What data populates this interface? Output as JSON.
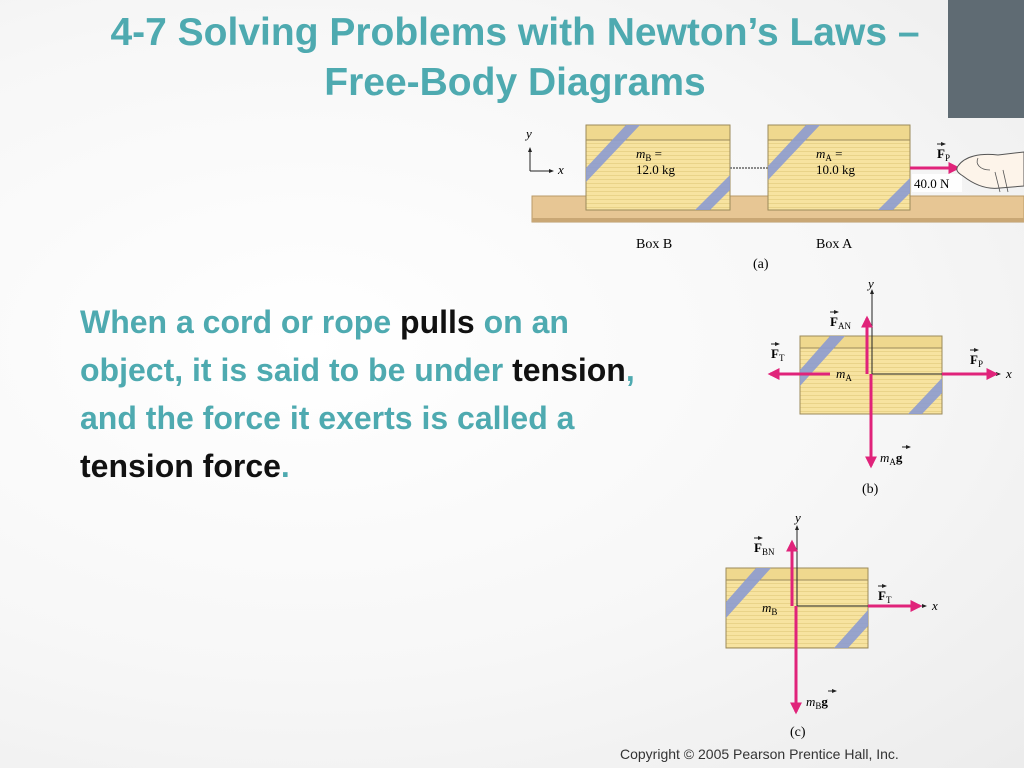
{
  "title": {
    "line1": "4-7 Solving Problems with Newton’s Laws –",
    "line2": "Free-Body Diagrams"
  },
  "body": {
    "seg1": "When a cord or rope ",
    "seg2": "pulls",
    "seg3": " on an object, it is said to be under ",
    "seg4": "tension",
    "seg5": ", and the force it exerts is called a ",
    "seg6": "tension force",
    "seg7": "."
  },
  "figure_a": {
    "axis_y": "y",
    "axis_x": "x",
    "box_b_mass_name": "m",
    "box_b_mass_sub": "B",
    "box_b_mass_eq": " =",
    "box_b_mass_value": "12.0 kg",
    "box_a_mass_name": "m",
    "box_a_mass_sub": "A",
    "box_a_mass_eq": " =",
    "box_a_mass_value": "10.0 kg",
    "force_letter": "F",
    "force_sub": "P",
    "force_value": "40.0 N",
    "label_box_b": "Box B",
    "label_box_a": "Box A",
    "caption": "(a)"
  },
  "figure_b": {
    "axis_y": "y",
    "axis_x": "x",
    "fan_letter": "F",
    "fan_sub": "AN",
    "ft_letter": "F",
    "ft_sub": "T",
    "fp_letter": "F",
    "fp_sub": "P",
    "mass_name": "m",
    "mass_sub": "A",
    "weight_m": "m",
    "weight_sub": "A",
    "weight_g": "g",
    "caption": "(b)"
  },
  "figure_c": {
    "axis_y": "y",
    "axis_x": "x",
    "fbn_letter": "F",
    "fbn_sub": "BN",
    "ft_letter": "F",
    "ft_sub": "T",
    "mass_name": "m",
    "mass_sub": "B",
    "weight_m": "m",
    "weight_sub": "B",
    "weight_g": "g",
    "caption": "(c)"
  },
  "copyright": "Copyright © 2005 Pearson Prentice Hall, Inc.",
  "colors": {
    "title": "#4eaab0",
    "emphasis": "#111111",
    "force_arrow": "#e0237a",
    "box_fill": "#f7e3a0",
    "tape": "#8c9bd0",
    "table": "#e7c694",
    "corner_block": "#5f6b73"
  }
}
